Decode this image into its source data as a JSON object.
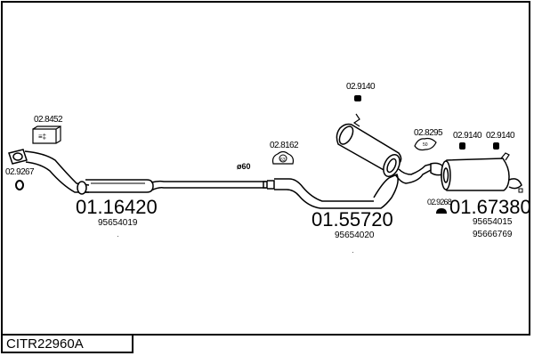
{
  "diagram": {
    "code": "CITR22960A",
    "diameter_label": "ø60",
    "parts": [
      {
        "number": "01.16420",
        "oe": [
          "95654019"
        ]
      },
      {
        "number": "01.55720",
        "oe": [
          "95654020"
        ]
      },
      {
        "number": "01.67380",
        "oe": [
          "95654015",
          "95666769"
        ]
      }
    ],
    "accessories": [
      {
        "number": "02.8452",
        "icon": "clamp-kit-box",
        "glyph": "≡‡"
      },
      {
        "number": "02.9267",
        "icon": "gasket-ring"
      },
      {
        "number": "02.8162",
        "icon": "clamp-u-bolt",
        "glyph": "63"
      },
      {
        "number": "02.9140",
        "icon": "rubber-hanger"
      },
      {
        "number": "02.8295",
        "icon": "clamp-u-bolt",
        "glyph": "50"
      },
      {
        "number": "02.9140",
        "icon": "rubber-hanger"
      },
      {
        "number": "02.9140",
        "icon": "rubber-hanger"
      },
      {
        "number": "02.9268",
        "icon": "gasket-ring"
      }
    ]
  }
}
